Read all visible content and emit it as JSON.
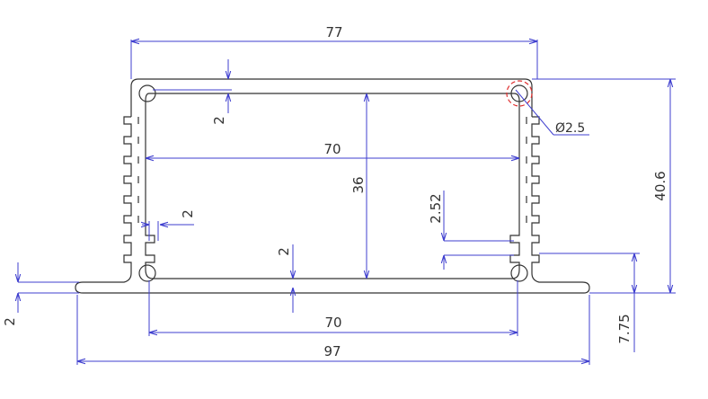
{
  "colors": {
    "outline": "#333333",
    "dimension": "#3f3fcf",
    "hole_highlight": "#e03030",
    "text": "#333333"
  },
  "dimensions": {
    "overall_top_width": "77",
    "inner_width": "70",
    "inner_width_bottom": "70",
    "base_width": "97",
    "inner_height": "36",
    "overall_height": "40.6",
    "wall_top": "2",
    "wall_bottom": "2",
    "fin_thickness": "2",
    "rail_offset": "2.52",
    "base_thickness": "2",
    "rail_height": "7.75",
    "hole_diameter": "Ø2.5"
  }
}
